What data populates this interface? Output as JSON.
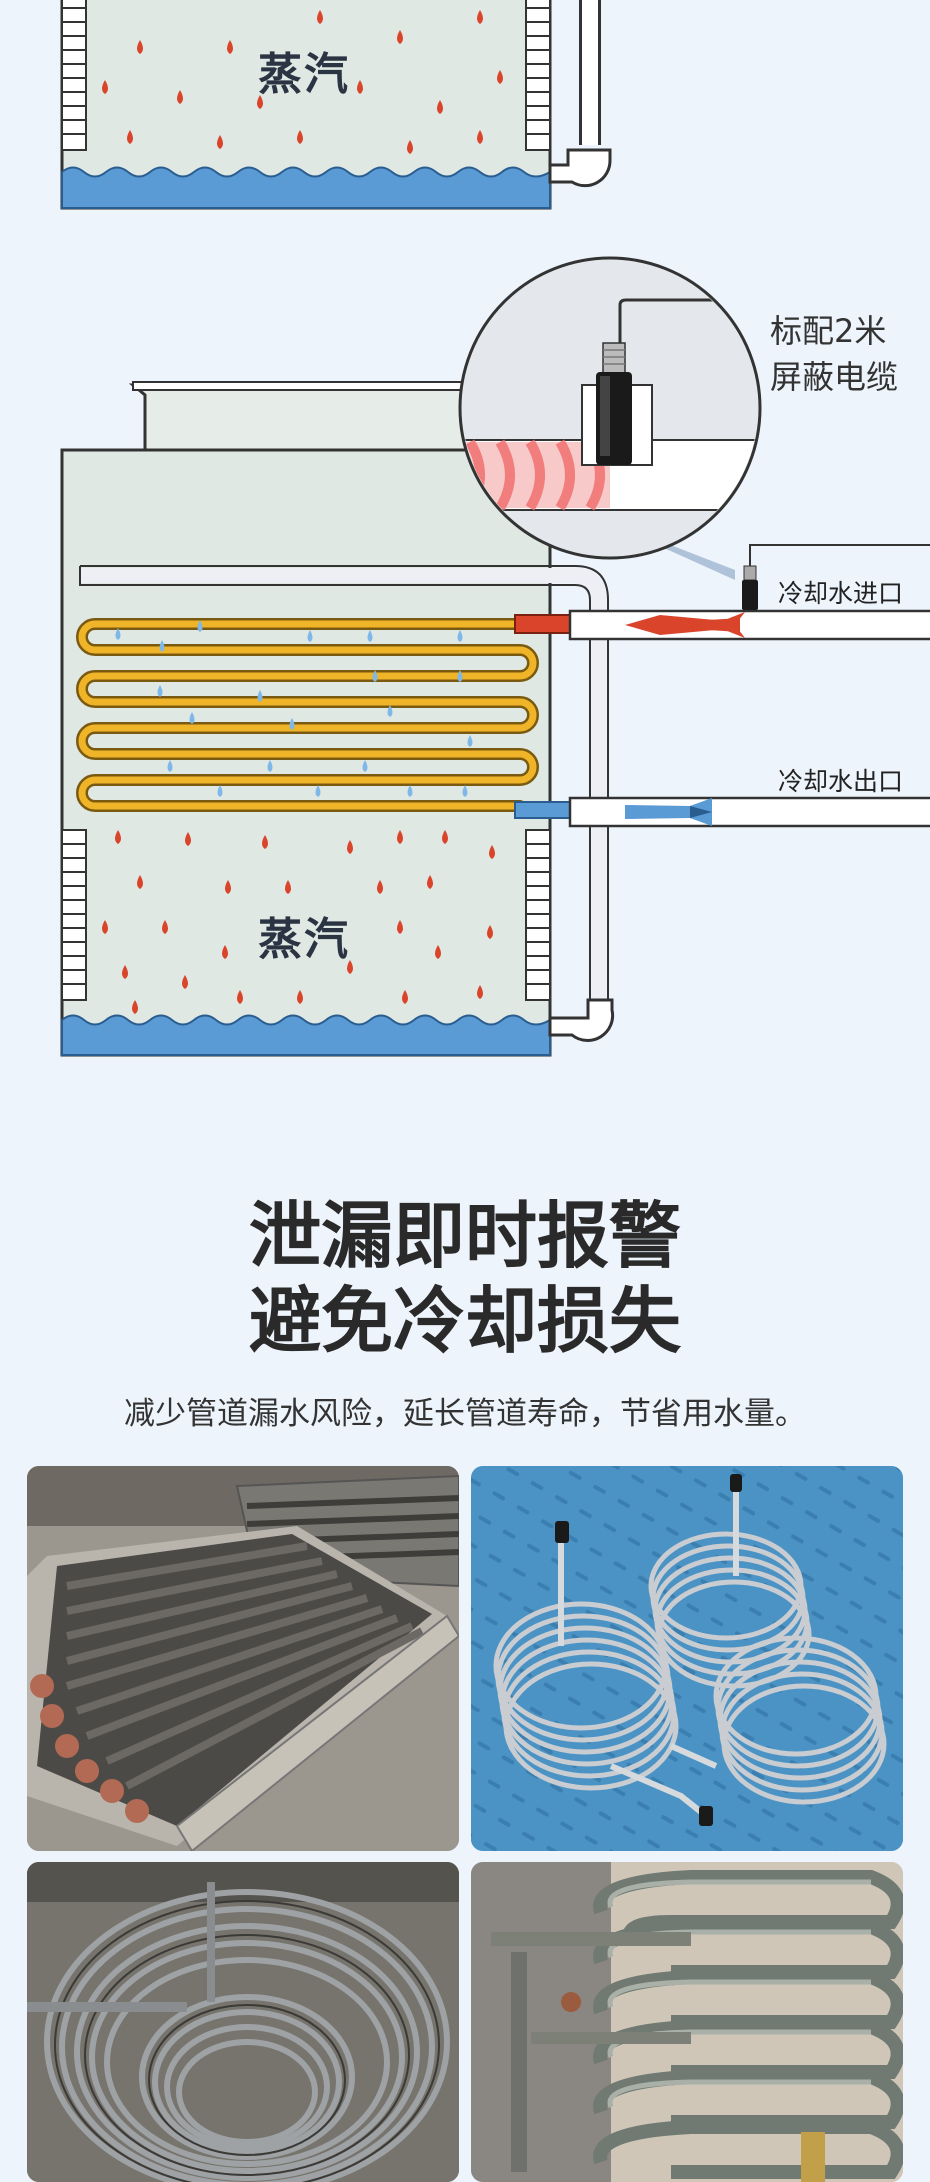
{
  "diagram": {
    "steam_label_top": "蒸汽",
    "steam_label_bottom": "蒸汽",
    "cable_label": "标配2米\n屏蔽电缆",
    "inlet_label": "冷却水进口",
    "outlet_label": "冷却水出口",
    "colors": {
      "background": "#eef4fb",
      "tank_fill": "#dfe8e3",
      "water": "#5b9bd5",
      "drop_hot": "#d9442b",
      "drop_cold": "#7fb8e8",
      "coil": "#f0b429",
      "inlet_arrow": "#d9442b",
      "outlet_arrow": "#5b9bd5"
    }
  },
  "headline": {
    "line1": "泄漏即时报警",
    "line2": "避免冷却损失"
  },
  "subtitle": "减少管道漏水风险，延长管道寿命，节省用水量。",
  "photos": [
    {
      "name": "finned-tube-heat-exchanger-photo"
    },
    {
      "name": "stainless-coil-tubes-photo"
    },
    {
      "name": "large-spiral-coil-photo"
    },
    {
      "name": "installed-coil-photo"
    }
  ]
}
